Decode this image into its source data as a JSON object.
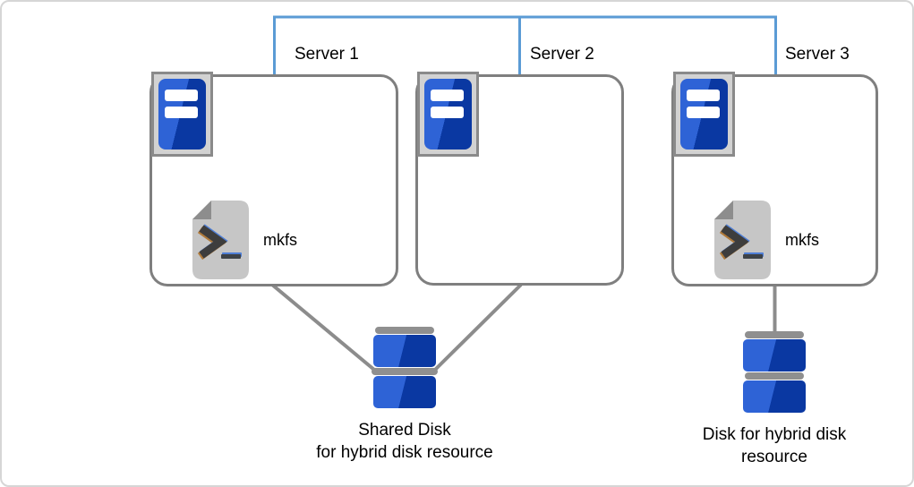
{
  "diagram": {
    "servers": [
      {
        "label": "Server 1",
        "mkfs_label": "mkfs"
      },
      {
        "label": "Server 2"
      },
      {
        "label": "Server 3",
        "mkfs_label": "mkfs"
      }
    ],
    "shared_disk": {
      "label_line1": "Shared Disk",
      "label_line2": "for hybrid disk resource"
    },
    "hybrid_disk": {
      "label_line1": "Disk for hybrid disk",
      "label_line2": "resource"
    },
    "icons": {
      "server": "server-tower-icon",
      "mkfs": "terminal-script-icon",
      "disk": "stacked-disk-icon"
    },
    "colors": {
      "interconnect_blue": "#5b9bd5",
      "box_border_gray": "#7f7f7f",
      "connector_gray": "#8c8c8c",
      "disk_blue_light": "#2e63d6",
      "disk_blue_dark": "#0a38a2",
      "icon_frame_gray": "#d2d2d2",
      "document_gray": "#c6c6c6",
      "canvas_border": "#d6d6d6"
    }
  }
}
